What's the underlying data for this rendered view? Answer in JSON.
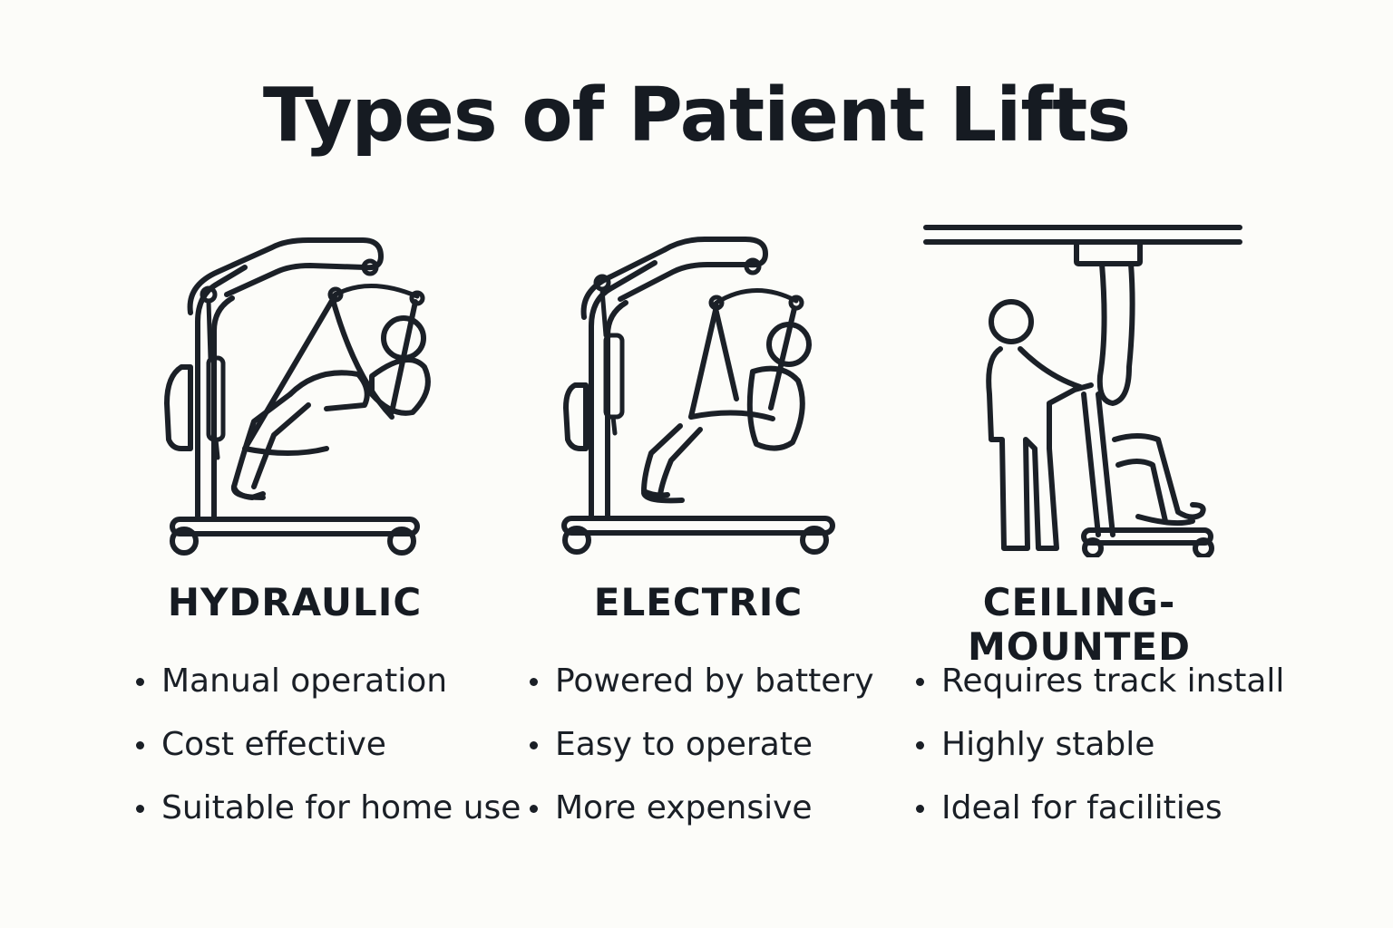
{
  "title": "Types of Patient Lifts",
  "colors": {
    "ink": "#161b22",
    "background": "#fcfcf9"
  },
  "lifts": [
    {
      "heading": "HYDRAULIC",
      "icon": "hydraulic-lift-icon",
      "bullets": [
        "Manual operation",
        "Cost  effective",
        "Suitable for home use"
      ]
    },
    {
      "heading": "ELECTRIC",
      "icon": "electric-lift-icon",
      "bullets": [
        "Powered by battery",
        "Easy to operate",
        "More expensive"
      ]
    },
    {
      "heading": "CEILING-MOUNTED",
      "icon": "ceiling-lift-icon",
      "bullets": [
        "Requires track install",
        "Highly stable",
        "Ideal for facilities"
      ]
    }
  ]
}
